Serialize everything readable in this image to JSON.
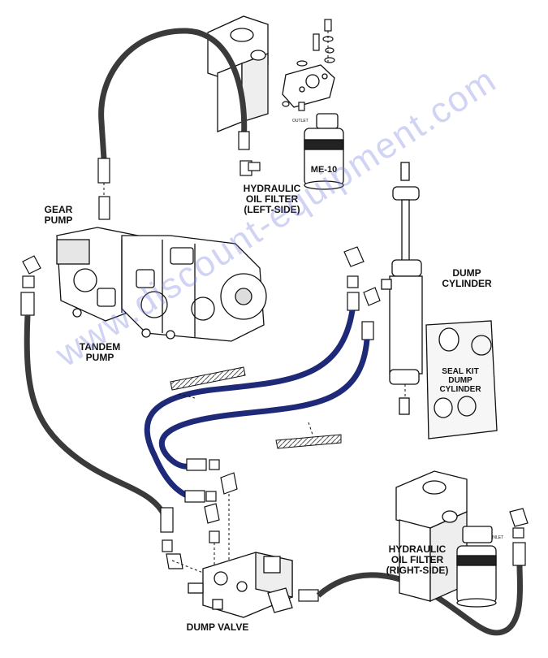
{
  "labels": {
    "filter_left": [
      "HYDRAULIC",
      "OIL FILTER",
      "(LEFT-SIDE)"
    ],
    "filter_right": [
      "HYDRAULIC",
      "OIL FILTER",
      "(RIGHT-SIDE)"
    ],
    "gear_pump": [
      "GEAR",
      "PUMP"
    ],
    "tandem_pump": [
      "TANDEM",
      "PUMP"
    ],
    "dump_cylinder": [
      "DUMP",
      "CYLINDER"
    ],
    "seal_kit": [
      "SEAL KIT",
      "DUMP",
      "CYLINDER"
    ],
    "dump_valve": "DUMP VALVE",
    "filter_model": "ME-10",
    "outlet_tag": "OUTLET",
    "inlet_tag": "INLET"
  },
  "watermark": "www.discount-equipment.com",
  "colors": {
    "black_hose": "#3a3a3a",
    "blue_hose": "#1e2a78",
    "watermark": "#7882dc",
    "line": "#111111"
  }
}
